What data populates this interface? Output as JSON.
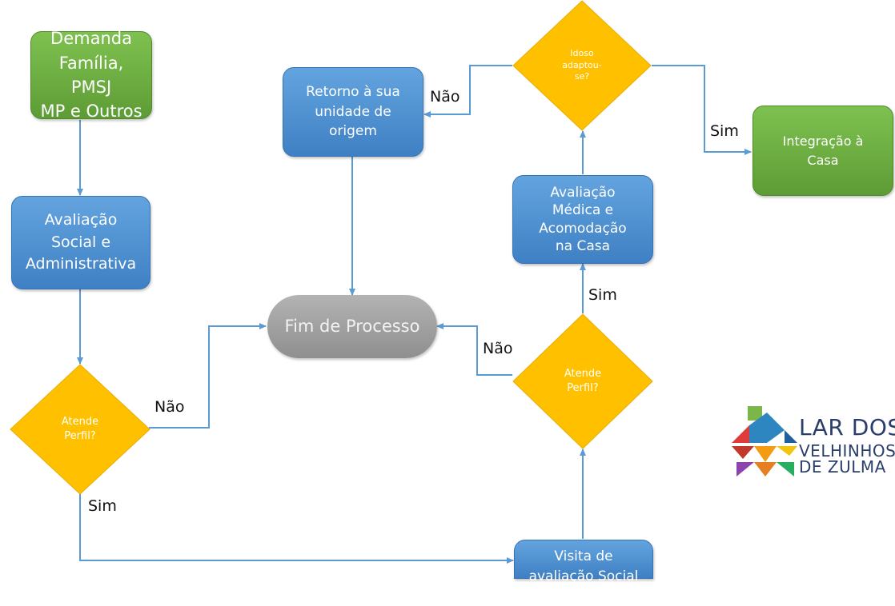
{
  "nodes": {
    "demanda": "Demanda\nFamília, PMSJ\nMP e Outros",
    "avaliacao_social": "Avaliação\nSocial e\nAdministrativa",
    "atende_perfil_1": "Atende\nPerfil?",
    "fim": "Fim de Processo",
    "retorno": "Retorno à sua\nunidade de\norigem",
    "idoso": "Idoso\nadaptou-\nse?",
    "integracao": "Integração à\nCasa",
    "avaliacao_medica": "Avaliação\nMédica e\nAcomodação\nna Casa",
    "atende_perfil_2": "Atende\nPerfil?",
    "visita": "Visita de\navaliação Social\ne Saúde"
  },
  "labels": {
    "nao_1": "Não",
    "sim_1": "Sim",
    "nao_2": "Não",
    "sim_2": "Sim",
    "nao_3": "Não",
    "sim_3": "Sim"
  },
  "logo": {
    "line1": "LAR DOS",
    "line2": "VELHINHOS",
    "line3": "DE ZULMA"
  },
  "colors": {
    "connector": "#5b9bd5",
    "green": "#70ad47",
    "blue": "#4a8ed3",
    "diamond": "#ffc000",
    "terminal": "#a6a6a6"
  }
}
